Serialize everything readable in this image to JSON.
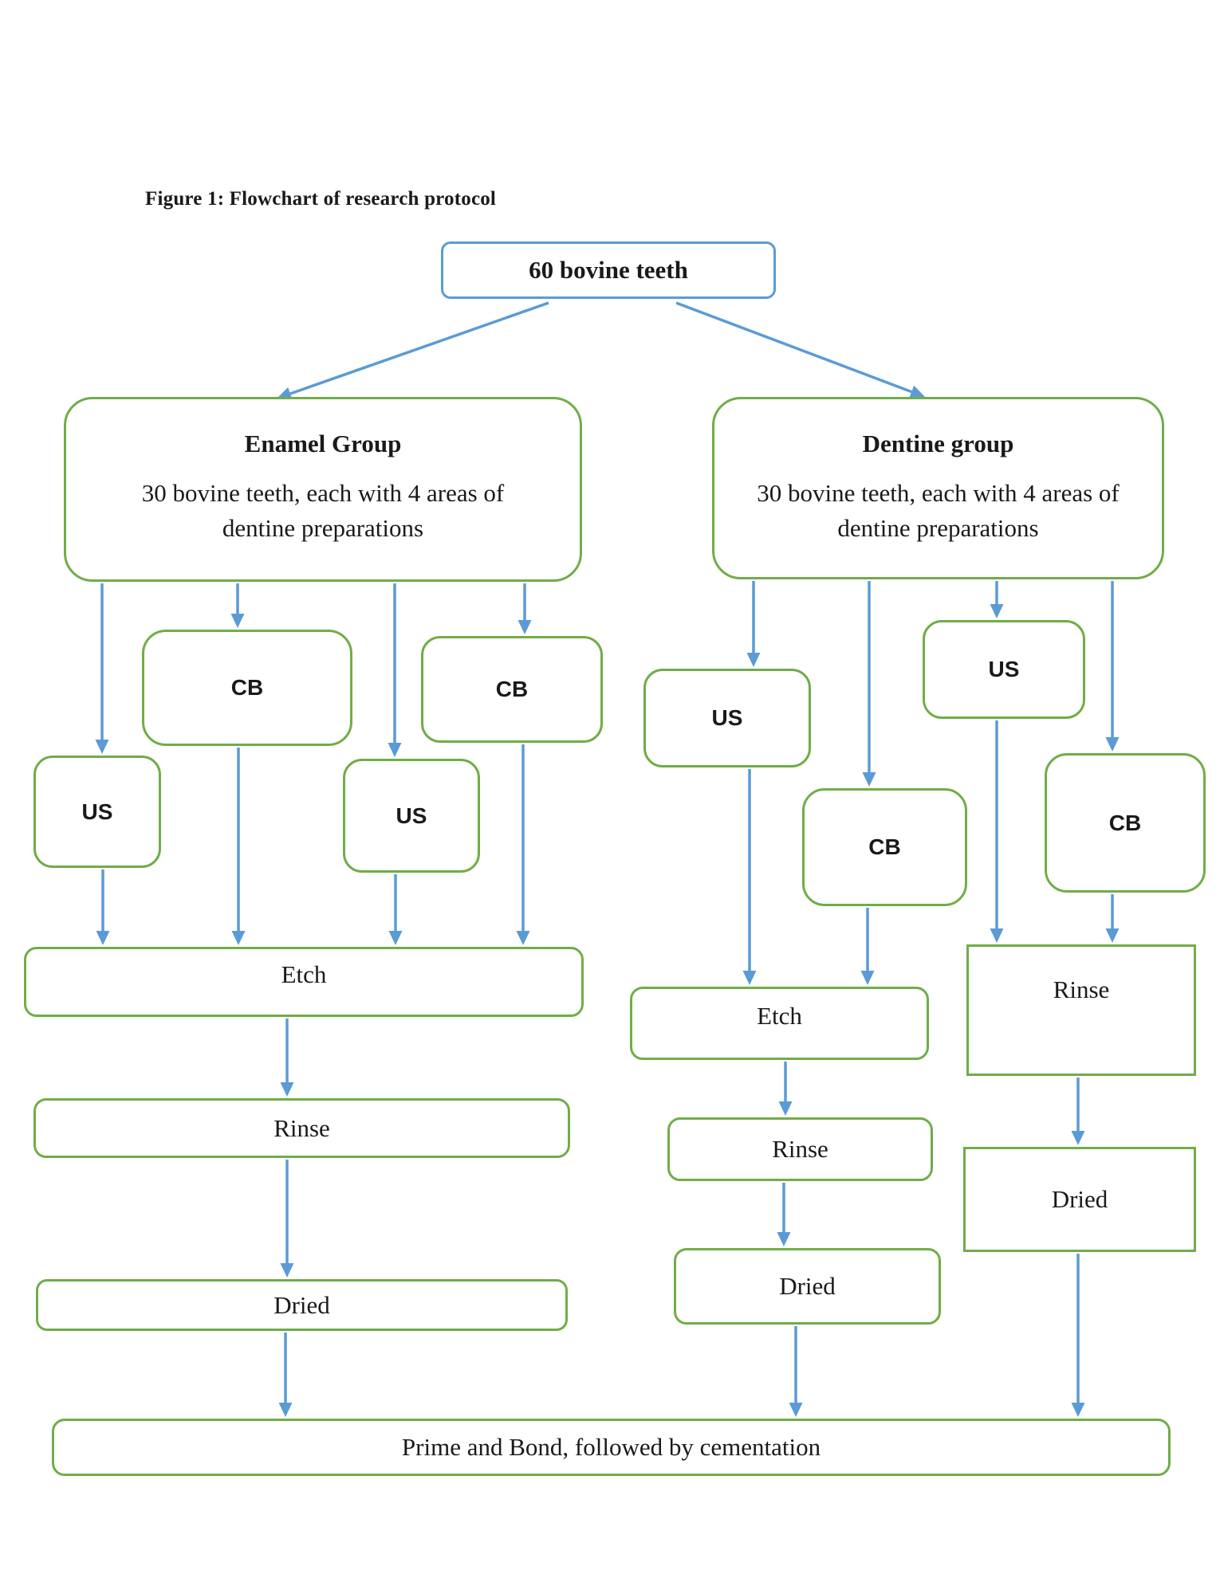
{
  "figure_title": "Figure 1: Flowchart of research protocol",
  "colors": {
    "box_border_green": "#70ad47",
    "box_border_blue": "#5b9bd5",
    "arrow_blue": "#5b9bd5",
    "text": "#1a1a1a",
    "background": "#ffffff"
  },
  "root": {
    "label": "60 bovine teeth"
  },
  "groups": {
    "enamel": {
      "title": "Enamel Group",
      "body_line1": "30 bovine teeth, each with 4 areas of",
      "body_line2": "dentine preparations"
    },
    "dentine": {
      "title": "Dentine group",
      "body_line1": "30 bovine teeth, each with 4 areas of",
      "body_line2": "dentine preparations"
    }
  },
  "treatments": {
    "enamel": [
      "US",
      "CB",
      "US",
      "CB"
    ],
    "dentine": [
      "US",
      "CB",
      "US",
      "CB"
    ]
  },
  "steps": {
    "enamel": {
      "etch": "Etch",
      "rinse": "Rinse",
      "dried": "Dried"
    },
    "dentine_left": {
      "etch": "Etch",
      "rinse": "Rinse",
      "dried": "Dried"
    },
    "dentine_right": {
      "rinse": "Rinse",
      "dried": "Dried"
    },
    "final": "Prime and Bond, followed by cementation"
  }
}
